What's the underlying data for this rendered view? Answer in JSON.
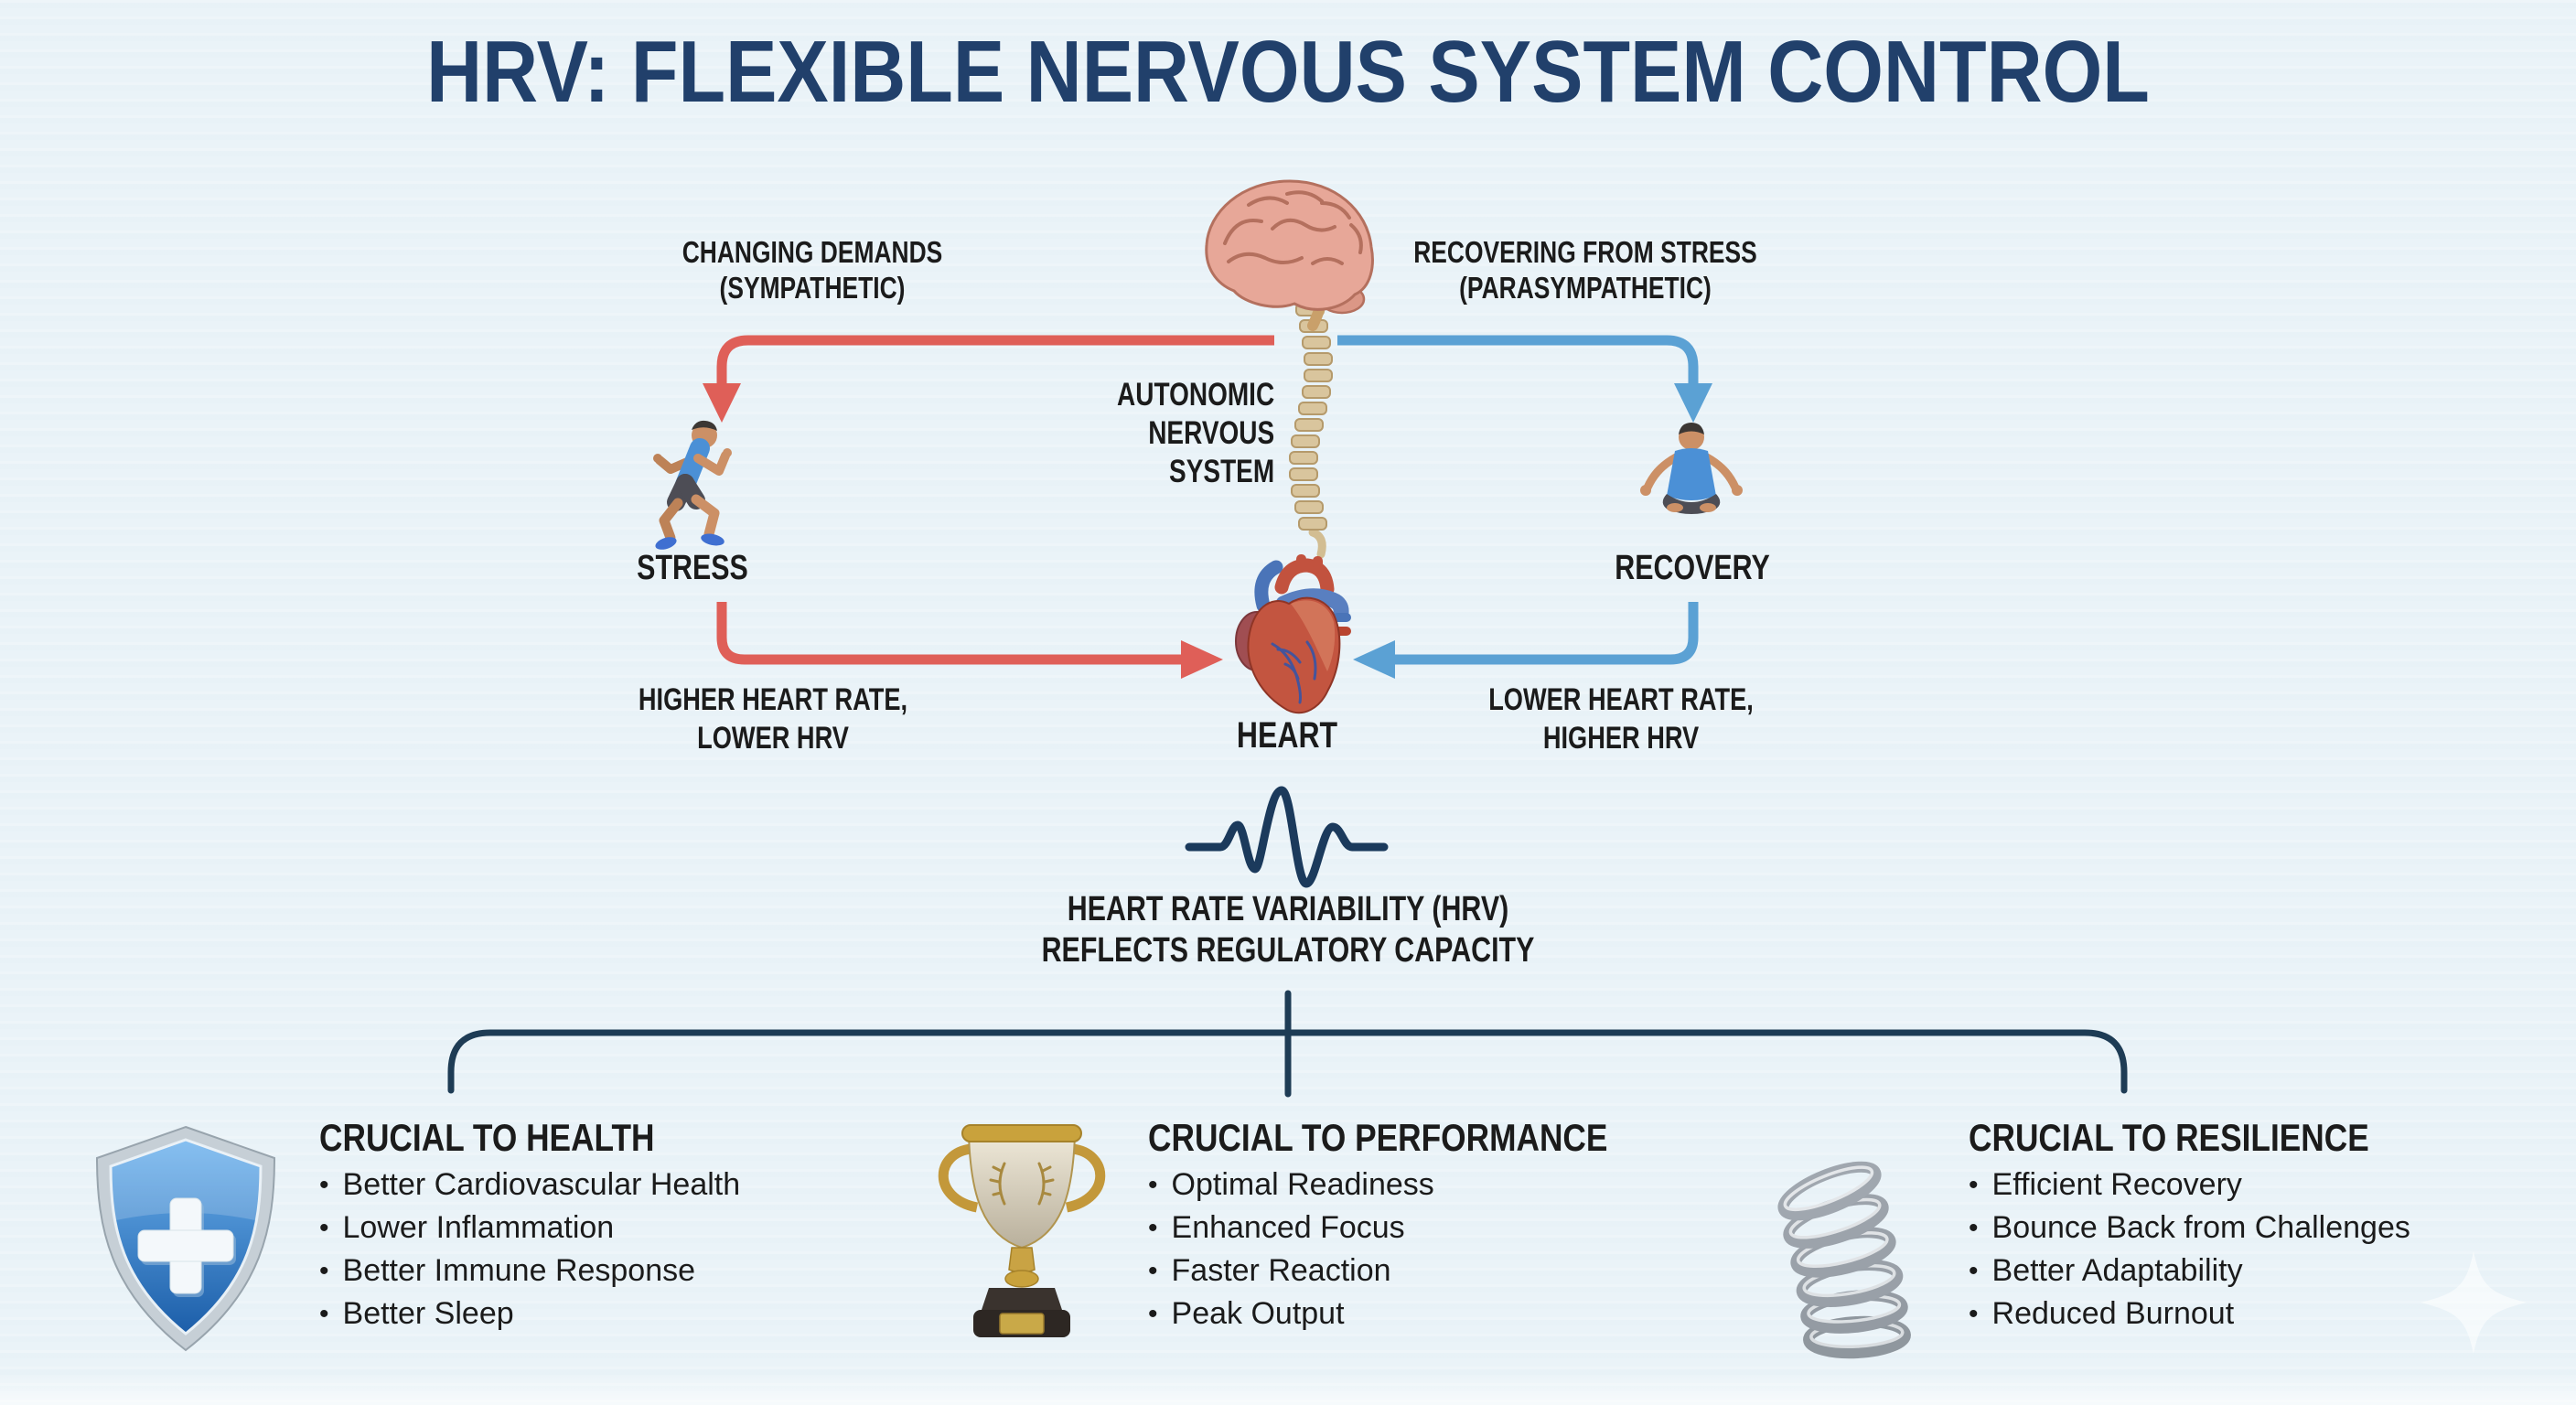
{
  "title": "HRV: FLEXIBLE NERVOUS SYSTEM CONTROL",
  "colors": {
    "background": "#eaf3f8",
    "title_navy": "#21406b",
    "sympathetic_red": "#df5f58",
    "parasympathetic_blue": "#5ba1d4",
    "connector_navy": "#1e3c55",
    "text_dark": "#1b1b1b"
  },
  "bullet": "•",
  "diagram": {
    "ans": {
      "line1": "AUTONOMIC",
      "line2": "NERVOUS",
      "line3": "SYSTEM"
    },
    "sympathetic": {
      "line1": "CHANGING DEMANDS",
      "line2": "(SYMPATHETIC)"
    },
    "parasympathetic": {
      "line1": "RECOVERING FROM STRESS",
      "line2": "(PARASYMPATHETIC)"
    },
    "stress": "STRESS",
    "recovery": "RECOVERY",
    "stress_effect": {
      "line1": "HIGHER HEART RATE,",
      "line2": "LOWER HRV"
    },
    "recovery_effect": {
      "line1": "LOWER HEART RATE,",
      "line2": "HIGHER HRV"
    },
    "heart": "HEART",
    "hrv_caption": {
      "line1": "HEART RATE VARIABILITY (HRV)",
      "line2": "REFLECTS REGULATORY CAPACITY"
    }
  },
  "benefits": [
    {
      "icon": "shield-cross-icon",
      "title": "CRUCIAL TO HEALTH",
      "items": [
        "Better Cardiovascular Health",
        "Lower Inflammation",
        "Better Immune Response",
        "Better Sleep"
      ]
    },
    {
      "icon": "trophy-icon",
      "title": "CRUCIAL TO PERFORMANCE",
      "items": [
        "Optimal Readiness",
        "Enhanced Focus",
        "Faster Reaction",
        "Peak Output"
      ]
    },
    {
      "icon": "spring-icon",
      "title": "CRUCIAL TO RESILIENCE",
      "items": [
        "Efficient Recovery",
        "Bounce Back from Challenges",
        "Better Adaptability",
        "Reduced Burnout"
      ]
    }
  ]
}
